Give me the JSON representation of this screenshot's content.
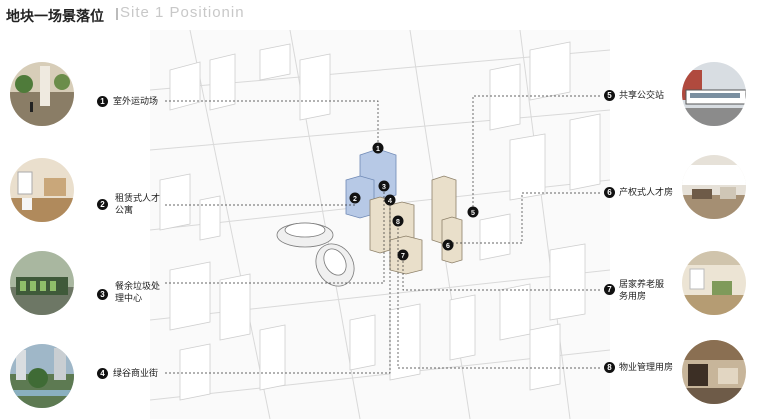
{
  "header": {
    "title": "地块一场景落位",
    "subtitle": "Site 1 Positionin"
  },
  "items": [
    {
      "num": "1",
      "label": "室外运动场",
      "photo": "outdoor-sports-field-photo"
    },
    {
      "num": "2",
      "label": "租赁式人才公寓",
      "photo": "rental-apartment-photo"
    },
    {
      "num": "3",
      "label": "餐余垃圾处理中心",
      "photo": "food-waste-center-photo"
    },
    {
      "num": "4",
      "label": "绿谷商业街",
      "photo": "green-valley-street-photo"
    },
    {
      "num": "5",
      "label": "共享公交站",
      "photo": "shared-bus-station-photo"
    },
    {
      "num": "6",
      "label": "产权式人才房",
      "photo": "property-talent-housing-photo"
    },
    {
      "num": "7",
      "label": "居家养老服务用房",
      "photo": "elderly-care-room-photo"
    },
    {
      "num": "8",
      "label": "物业管理用房",
      "photo": "property-management-room-photo"
    }
  ]
}
